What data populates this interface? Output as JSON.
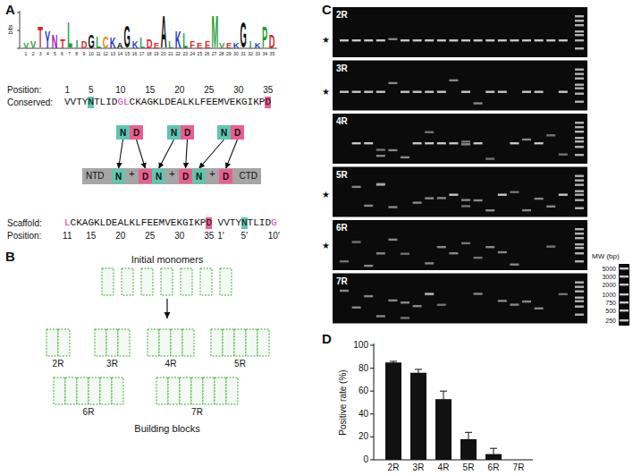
{
  "diagram": {
    "nodes": [
      {
        "text": [
          "N"
        ]
      },
      {
        "text": [
          "D"
        ]
      },
      {
        "text": [
          "N"
        ]
      },
      {
        "text": [
          "D"
        ]
      },
      {
        "text": [
          "N"
        ]
      },
      {
        "text": [
          "D"
        ]
      },
      {
        "text": [
          "NTD",
          "CTD"
        ]
      },
      {
        "text": [
          "N"
        ],
        "in": 6
      },
      {
        "text": [
          "D"
        ],
        "in": 6
      },
      {
        "text": [
          "N"
        ],
        "in": 6
      },
      {
        "text": [
          "D"
        ],
        "in": 6
      },
      {
        "text": [
          "N"
        ],
        "in": 6
      },
      {
        "text": [
          "D"
        ],
        "in": 6
      }
    ],
    "edges": [
      {
        "from": 0,
        "to": 7,
        "arrow": "to"
      },
      {
        "from": 1,
        "to": 8,
        "arrow": "to"
      },
      {
        "from": 2,
        "to": 9,
        "arrow": "to"
      },
      {
        "from": 3,
        "to": 10,
        "arrow": "to"
      },
      {
        "from": 4,
        "to": 11,
        "arrow": "to"
      },
      {
        "from": 5,
        "to": 12,
        "arrow": "to"
      }
    ],
    "labels": [
      "A",
      "bits",
      "V",
      "V",
      "T",
      "Y",
      "N",
      "T",
      "L",
      "I",
      "D",
      "G",
      "L",
      "C",
      "K",
      "A",
      "G",
      "K",
      "L",
      "D",
      "E",
      "A",
      "L",
      "K",
      "L",
      "F",
      "E",
      "E",
      "M",
      "V",
      "E",
      "K",
      "G",
      "I",
      "K",
      "P",
      "D",
      "1",
      "2",
      "3",
      "4",
      "5",
      "6",
      "7",
      "8",
      "9",
      "10",
      "11",
      "12",
      "13",
      "14",
      "15",
      "16",
      "17",
      "18",
      "19",
      "20",
      "21",
      "22",
      "23",
      "24",
      "25",
      "26",
      "27",
      "28",
      "29",
      "30",
      "31",
      "32",
      "33",
      "34",
      "35",
      "Position:",
      "1",
      "5",
      "10",
      "15",
      "20",
      "25",
      "30",
      "35",
      "Conserved:",
      "VVTY",
      "N",
      "TLID",
      "GL",
      "CKAGKLDEALKLFEEMVEKGIKP",
      "D",
      "+",
      "+",
      "+",
      "Scaffold:",
      "L",
      "CKAGKLDEALKLFEEMVEKGIKP",
      "D",
      "VVTY",
      "N",
      "TLID",
      "G",
      "Position:",
      "11",
      "15",
      "20",
      "25",
      "30",
      "35",
      "1′",
      "5′",
      "10′",
      "B",
      "Initial monomers",
      "2R",
      "3R",
      "4R",
      "5R",
      "6R",
      "7R",
      "Building blocks",
      "C",
      "2R",
      "3R",
      "4R",
      "5R",
      "6R",
      "7R",
      "★",
      "★",
      "★",
      "★",
      "MW (bp)",
      "5000",
      "3000",
      "2000",
      "1000",
      "750",
      "500",
      "250",
      "D",
      "Positive rate (%)",
      "0",
      "20",
      "40",
      "60",
      "80",
      "100",
      "2R",
      "3R",
      "4R",
      "5R",
      "6R",
      "7R"
    ]
  }
}
